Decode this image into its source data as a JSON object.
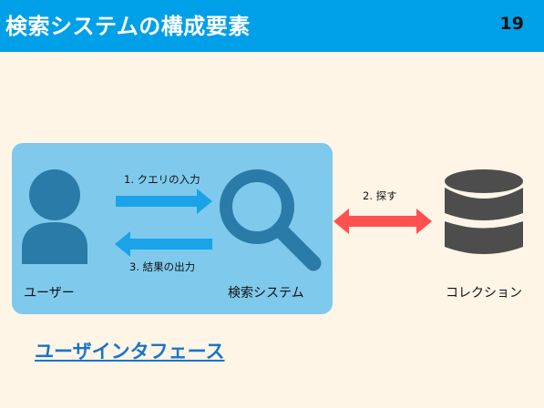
{
  "slide": {
    "title": "検索システムの構成要素",
    "page_number": "19"
  },
  "diagram": {
    "user_label": "ユーザー",
    "system_label": "検索システム",
    "collection_label": "コレクション",
    "query_label": "1. クエリの入力",
    "result_label": "3. 結果の出力",
    "search_label": "2. 探す",
    "interface_link": "ユーザインタフェース"
  },
  "colors": {
    "header": "#00a0e9",
    "panel": "#7fcaec",
    "icon": "#2b7ba8",
    "arrow_blue": "#1aa3e8",
    "arrow_red": "#ff5050",
    "database": "#4d4d4d",
    "link": "#1a73c8"
  }
}
